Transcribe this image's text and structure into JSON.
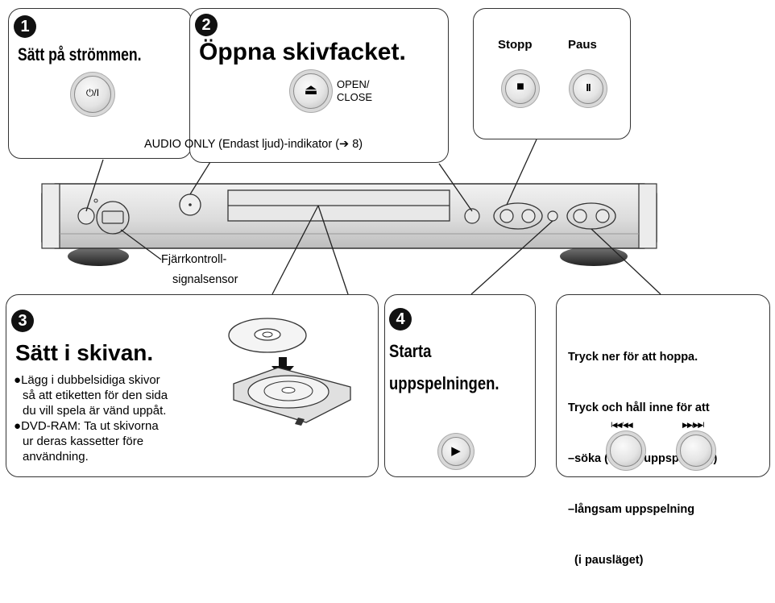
{
  "step1": {
    "number": "1",
    "title": "Sätt på strömmen.",
    "power_button_label": "⏻/I"
  },
  "step2": {
    "number": "2",
    "title": "Öppna skivfacket.",
    "eject_symbol": "⏏",
    "open_close_line1": "OPEN/",
    "open_close_line2": "CLOSE"
  },
  "stop_pause": {
    "stop_label": "Stopp",
    "pause_label": "Paus",
    "stop_symbol": "■",
    "pause_symbol": "II"
  },
  "audio_only_label": "AUDIO ONLY (Endast ljud)-indikator (➔ 8)",
  "sensor_label": {
    "line1": "Fjärrkontroll-",
    "line2": "signalsensor"
  },
  "step3": {
    "number": "3",
    "title": "Sätt i skivan.",
    "bullets": [
      {
        "lines": [
          "Lägg i dubbelsidiga skivor",
          "så att etiketten för den sida",
          "du vill spela är vänd uppåt."
        ]
      },
      {
        "lines": [
          "DVD-RAM: Ta ut skivorna",
          "ur deras kassetter före",
          "användning."
        ]
      }
    ]
  },
  "step4": {
    "number": "4",
    "title_line1": "Starta",
    "title_line2": "uppspelningen.",
    "play_symbol": "▶"
  },
  "skip_panel": {
    "lines": [
      "Tryck ner för att hoppa.",
      "Tryck och håll inne för att",
      "–söka (under uppspelning)",
      "–långsam uppspelning",
      "  (i pausläget)"
    ],
    "skip_back_label": "I◀◀/◀◀",
    "skip_forward_label": "▶▶/▶▶I"
  }
}
